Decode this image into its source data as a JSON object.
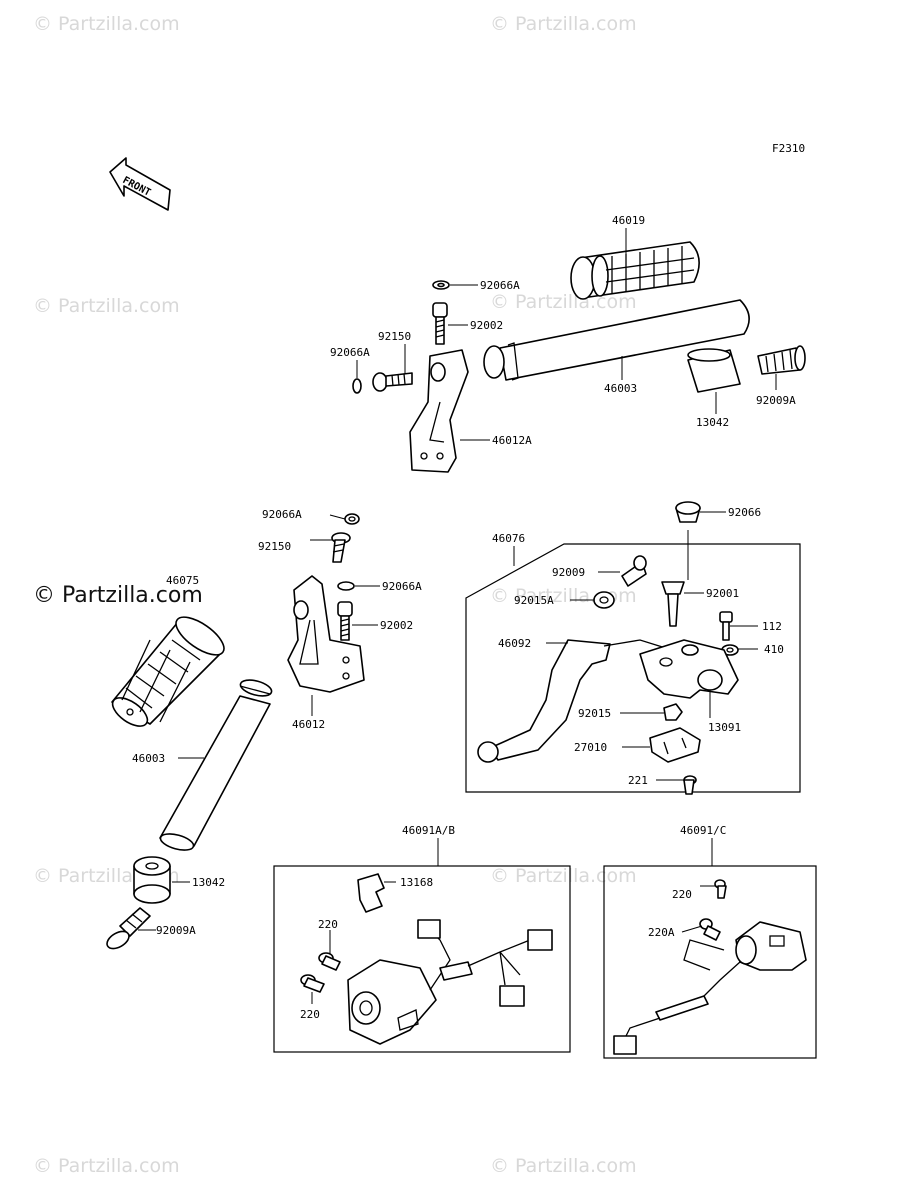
{
  "figure_code": "F2310",
  "front_label": "FRONT",
  "watermark": "© Partzilla.com",
  "watermark_main": "© Partzilla.com",
  "callouts": {
    "p46019": "46019",
    "p92066A_a": "92066A",
    "p92002_a": "92002",
    "p92150_a": "92150",
    "p92066A_b": "92066A",
    "p46003_a": "46003",
    "p13042_a": "13042",
    "p92009A_a": "92009A",
    "p46012A": "46012A",
    "p92066A_c": "92066A",
    "p92150_b": "92150",
    "p46075": "46075",
    "p92066A_d": "92066A",
    "p92002_b": "92002",
    "p46012": "46012",
    "p46003_b": "46003",
    "p13042_b": "13042",
    "p92009A_b": "92009A",
    "p46076": "46076",
    "p92066": "92066",
    "p92009": "92009",
    "p92015A": "92015A",
    "p92001": "92001",
    "p112": "112",
    "p46092": "46092",
    "p410": "410",
    "p92015": "92015",
    "p13091": "13091",
    "p27010": "27010",
    "p221": "221",
    "p46091AB": "46091A/B",
    "p13168": "13168",
    "p220_a": "220",
    "p220_b": "220",
    "p46091C": "46091/C",
    "p220_c": "220",
    "p220A": "220A"
  }
}
